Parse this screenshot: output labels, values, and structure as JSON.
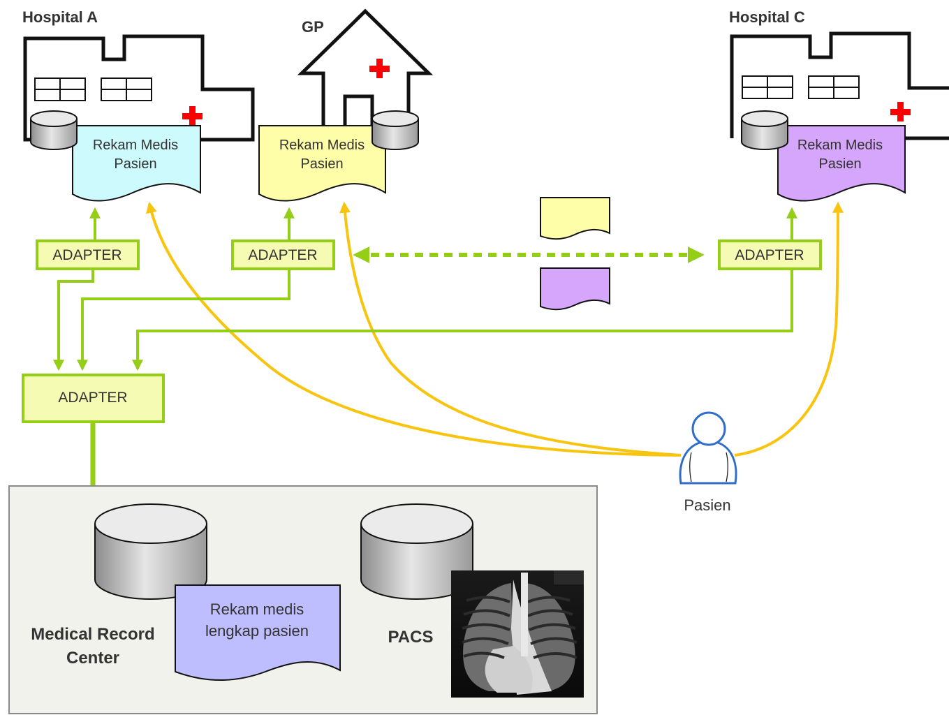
{
  "colors": {
    "adapter_fill": "#f6fbb4",
    "adapter_stroke": "#94ce17",
    "link_green": "#94ce17",
    "link_yellow": "#f7c40f",
    "doc_hospital_a": "#ccfafd",
    "doc_gp": "#fefda8",
    "doc_hospital_c": "#d6a6fd",
    "doc_center": "#bebdfd",
    "center_bg": "#f2f2ec",
    "cross_red": "#ff0000",
    "person_outline": "#2f6dcb"
  },
  "icons": {
    "hospital": "hospital-building-icon",
    "house": "gp-house-icon",
    "database": "database-cylinder-icon",
    "person": "patient-person-icon",
    "xray": "chest-xray-image"
  },
  "sites": {
    "hospital_a": {
      "label": "Hospital A",
      "doc_line1": "Rekam Medis",
      "doc_line2": "Pasien"
    },
    "gp": {
      "label": "GP",
      "doc_line1": "Rekam Medis",
      "doc_line2": "Pasien"
    },
    "hospital_c": {
      "label": "Hospital C",
      "doc_line1": "Rekam Medis",
      "doc_line2": "Pasien"
    }
  },
  "adapters": {
    "hospital_a": "ADAPTER",
    "gp": "ADAPTER",
    "hospital_c": "ADAPTER",
    "center": "ADAPTER"
  },
  "patient": {
    "label": "Pasien"
  },
  "center": {
    "label_line1": "Medical Record",
    "label_line2": "Center",
    "doc_line1": "Rekam medis",
    "doc_line2": "lengkap pasien",
    "pacs_label": "PACS"
  }
}
